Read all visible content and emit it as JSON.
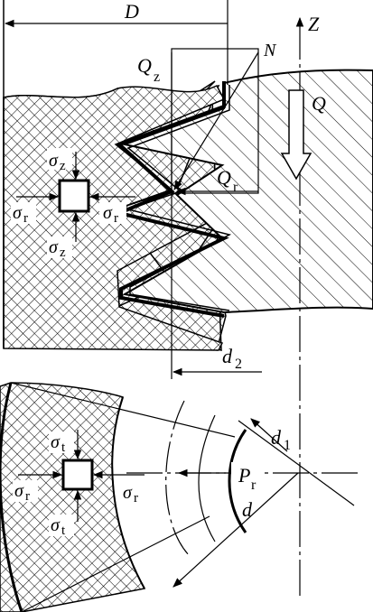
{
  "labels": {
    "D": "D",
    "Z": "Z",
    "N": "N",
    "Q": "Q",
    "Qz": "Q",
    "Qz_sub": "z",
    "Qr": "Q",
    "Qr_sub": "r",
    "d2": "d",
    "d2_sub": "2",
    "d1": "d",
    "d1_sub": "1",
    "d": "d",
    "Pr": "P",
    "Pr_sub": "r"
  },
  "stress_top": {
    "sigma": "σ",
    "z": "z",
    "r": "r"
  },
  "stress_bottom": {
    "sigma": "σ",
    "t": "t",
    "r": "r"
  }
}
